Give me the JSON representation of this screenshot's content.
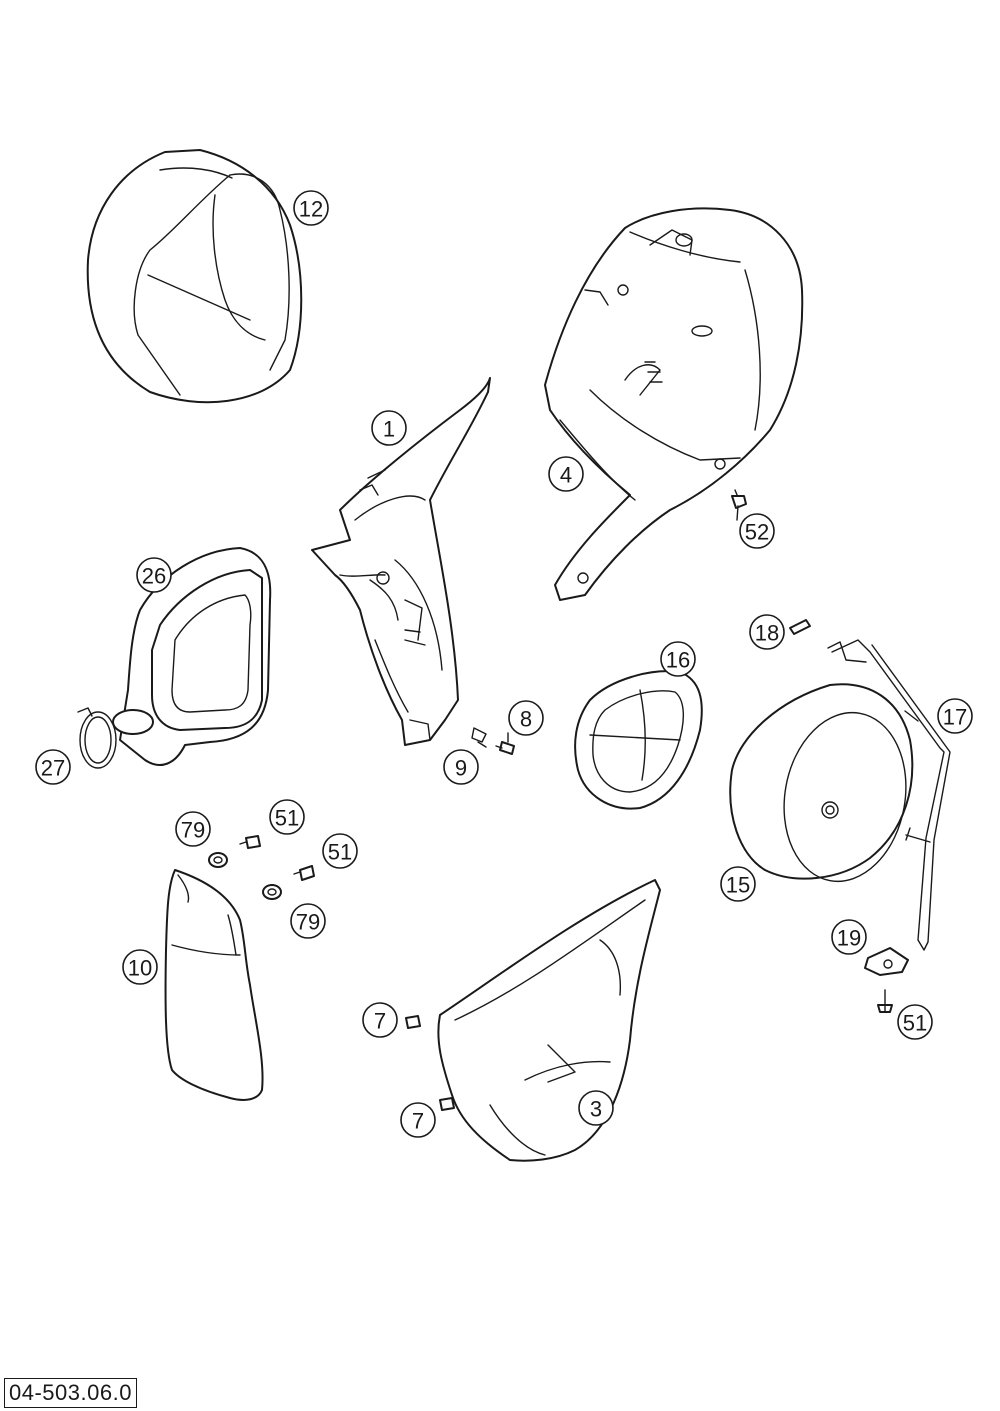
{
  "diagram": {
    "drawing_number": "04-503.06.0",
    "callouts": [
      "12",
      "1",
      "4",
      "52",
      "26",
      "18",
      "16",
      "17",
      "8",
      "9",
      "27",
      "15",
      "79",
      "51",
      "51",
      "79",
      "10",
      "19",
      "7",
      "51",
      "3",
      "7"
    ]
  }
}
